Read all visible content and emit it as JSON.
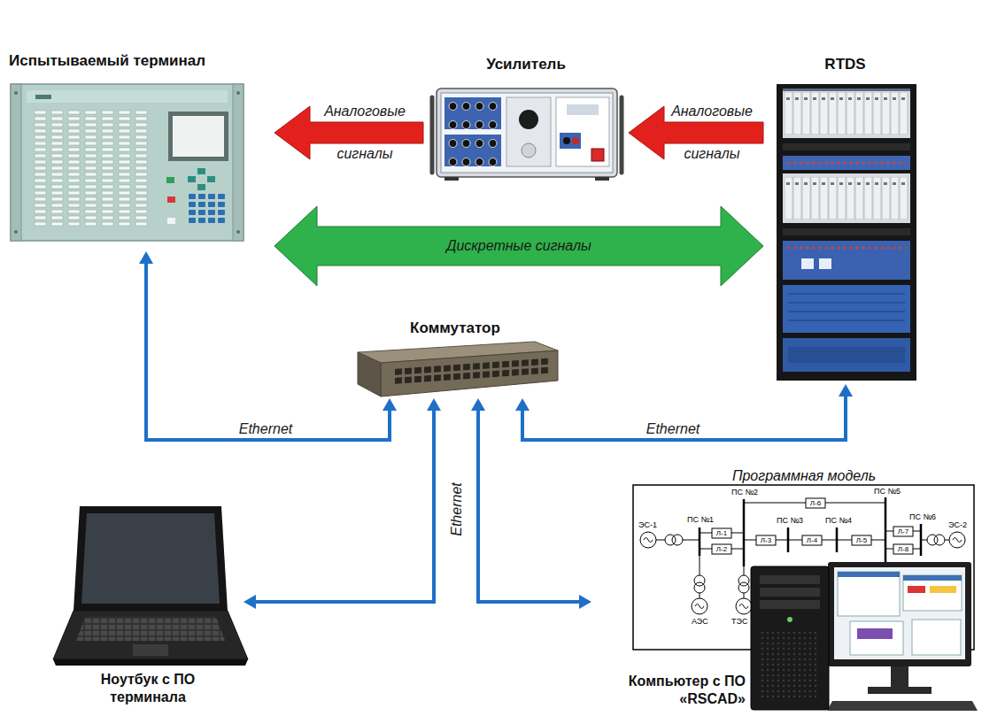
{
  "diagram": {
    "nodes": [
      {
        "text": [
          "Испытываемый терминал"
        ]
      },
      {
        "text": [
          "Усилитель"
        ]
      },
      {
        "text": [
          "RTDS"
        ]
      },
      {
        "text": [
          "Коммутатор"
        ]
      },
      {
        "text": [
          "Ноутбук с ПО терминала"
        ]
      },
      {
        "text": [
          "Программная модель"
        ]
      },
      {
        "text": [
          "Компьютер с ПО «RSCAD»"
        ]
      }
    ],
    "edges": [
      {
        "from": 2,
        "to": 1,
        "arrow": "to",
        "label": "Аналоговые сигналы"
      },
      {
        "from": 1,
        "to": 0,
        "arrow": "to",
        "label": "Аналоговые сигналы"
      },
      {
        "from": 0,
        "to": 2,
        "arrow": "both",
        "label": "Дискретные сигналы"
      },
      {
        "from": 3,
        "to": 0,
        "arrow": "both",
        "label": "Ethernet"
      },
      {
        "from": 3,
        "to": 2,
        "arrow": "both",
        "label": "Ethernet"
      },
      {
        "from": 3,
        "to": 4,
        "arrow": "both"
      },
      {
        "from": 3,
        "to": 6,
        "arrow": "both"
      }
    ],
    "labels": [
      "Ethernet",
      "ЭС-1",
      "ПС №1",
      "ПС №2",
      "ПС №3",
      "ПС №4",
      "ПС №5",
      "ПС №6",
      "ЭС-2",
      "Л-1",
      "Л-2",
      "Л-3",
      "Л-4",
      "Л-5",
      "Л-6",
      "Л-7",
      "Л-8",
      "АЭС",
      "ТЭС"
    ]
  }
}
